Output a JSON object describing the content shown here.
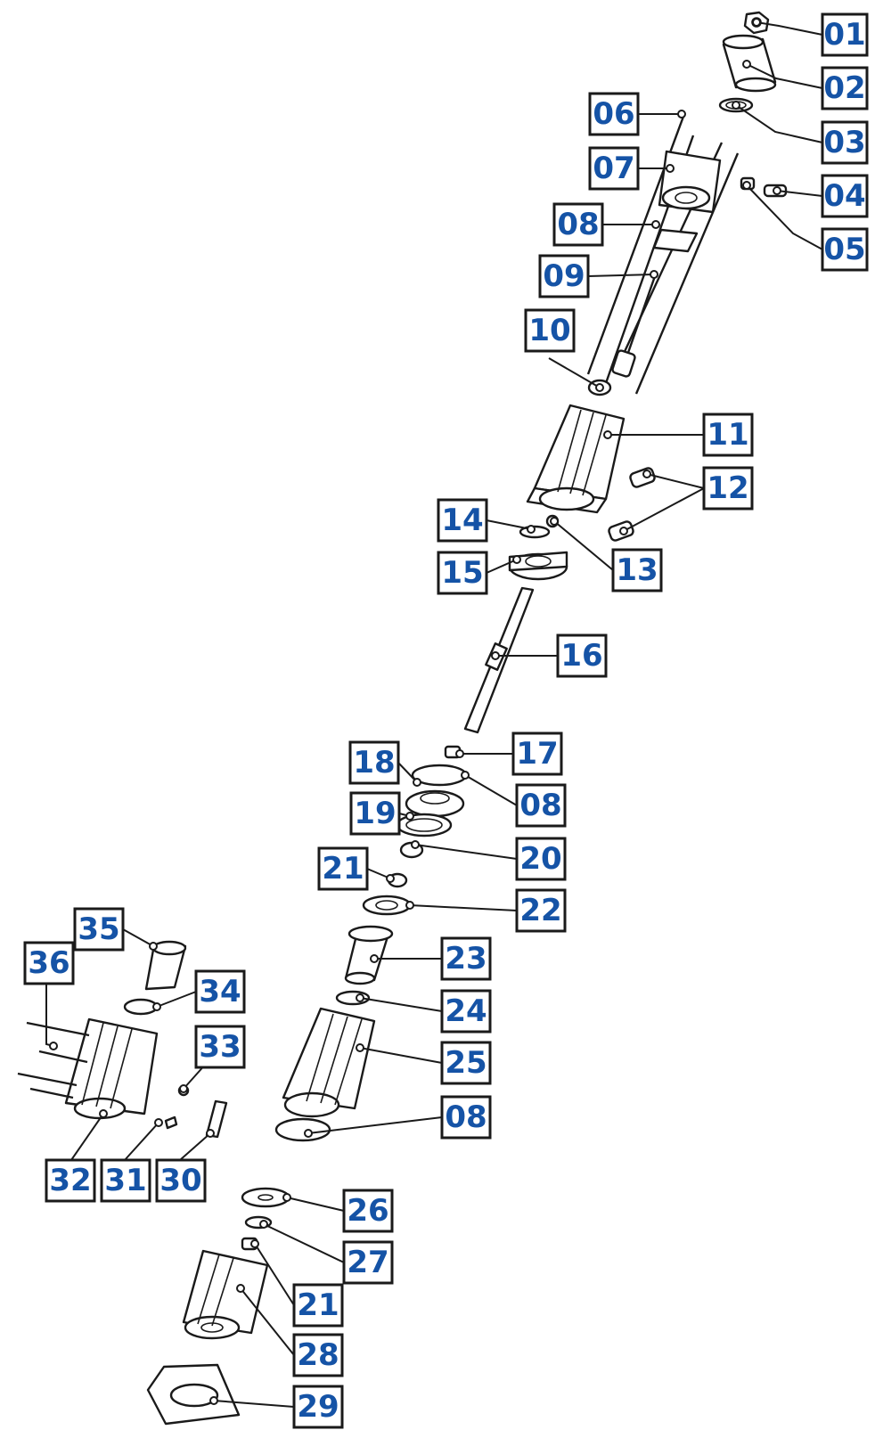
{
  "callouts": [
    "01",
    "02",
    "03",
    "04",
    "05",
    "06",
    "07",
    "08",
    "09",
    "10",
    "11",
    "12",
    "13",
    "14",
    "15",
    "16",
    "17",
    "18",
    "08",
    "19",
    "20",
    "21",
    "22",
    "23",
    "24",
    "25",
    "08",
    "36",
    "35",
    "34",
    "33",
    "32",
    "31",
    "30",
    "26",
    "27",
    "21",
    "28",
    "29"
  ],
  "colors": {
    "label_text": "#1553a6",
    "label_border": "#1a1a1a",
    "line": "#1a1a1a",
    "background": "#ffffff"
  }
}
